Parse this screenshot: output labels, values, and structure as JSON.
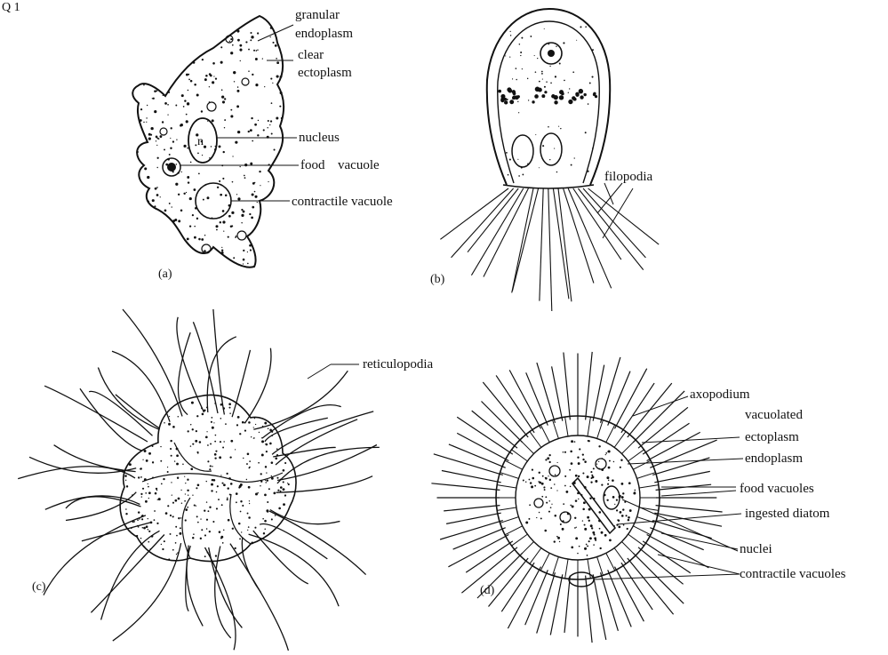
{
  "figure": {
    "page_mark": "Q 1",
    "panel_a": {
      "caption": "(a)",
      "labels": {
        "granular": "granular",
        "endoplasm": "endoplasm",
        "clear": "clear",
        "ectoplasm": "ectoplasm",
        "nucleus": "nucleus",
        "food": "food",
        "vacuole": "vacuole",
        "contractile_vacuole": "contractile vacuole",
        "nucleus_letter": "n"
      }
    },
    "panel_b": {
      "caption": "(b)",
      "labels": {
        "filopodia": "filopodia"
      }
    },
    "panel_c": {
      "caption": "(c)",
      "labels": {
        "reticulopodia": "reticulopodia"
      }
    },
    "panel_d": {
      "caption": "(d)",
      "labels": {
        "axopodium": "axopodium",
        "vacuolated": "vacuolated",
        "ectoplasm": "ectoplasm",
        "endoplasm": "endoplasm",
        "food_vacuoles": "food vacuoles",
        "ingested_diatom": "ingested diatom",
        "nuclei": "nuclei",
        "contractile_vacuoles": "contractile vacuoles"
      }
    },
    "colors": {
      "ink": "#111111",
      "paper": "#ffffff"
    }
  }
}
